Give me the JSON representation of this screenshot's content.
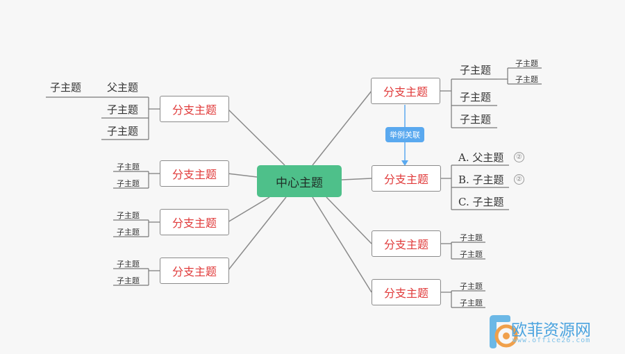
{
  "center": {
    "label": "中心主题"
  },
  "relation": {
    "label": "举例关联"
  },
  "left_top": {
    "branch": "分支主题",
    "parent_child": "子主题",
    "parent": "父主题",
    "children": [
      "子主题",
      "子主题"
    ]
  },
  "left_branches": [
    {
      "branch": "分支主题",
      "children": [
        "子主题",
        "子主题"
      ]
    },
    {
      "branch": "分支主题",
      "children": [
        "子主题",
        "子主题"
      ]
    },
    {
      "branch": "分支主题",
      "children": [
        "子主题",
        "子主题"
      ]
    }
  ],
  "right_top": {
    "branch": "分支主题",
    "first_child": "子主题",
    "first_child_children": [
      "子主题",
      "子主题"
    ],
    "children": [
      "子主题",
      "子主题"
    ]
  },
  "right_mid": {
    "branch": "分支主题",
    "items": [
      {
        "label": "A. 父主题",
        "badge": "②"
      },
      {
        "label": "B. 子主题",
        "badge": "②"
      },
      {
        "label": "C. 子主题"
      }
    ]
  },
  "right_branches": [
    {
      "branch": "分支主题",
      "children": [
        "子主题",
        "子主题"
      ]
    },
    {
      "branch": "分支主题",
      "children": [
        "子主题",
        "子主题"
      ]
    }
  ],
  "watermark": {
    "brand": "欧菲资源网",
    "url": "www.office26.com"
  },
  "colors": {
    "center_fill": "#4ec08a",
    "branch_text": "#e03a3a",
    "relation_fill": "#5aa9ef",
    "connector": "#8a8a8a"
  }
}
